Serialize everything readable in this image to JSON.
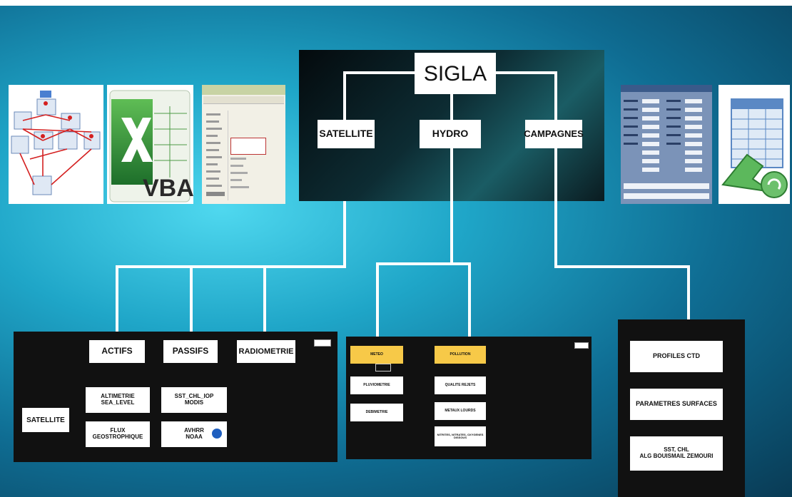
{
  "root": "SIGLA",
  "categories": {
    "satellite": "SATELLITE",
    "hydro": "HYDRO",
    "campagnes": "CAMPAGNES"
  },
  "thumbnails": {
    "vba_label": "VBA"
  },
  "satellite_panel": {
    "side_label": "SATELLITE",
    "headers": [
      "ACTIFS",
      "PASSIFS",
      "RADIOMETRIE"
    ],
    "actifs": [
      "ALTIMETRIE\nSEA_LEVEL",
      "FLUX\nGEOSTROPHIQUE"
    ],
    "passifs": [
      "SST_CHL_IOP\nMODIS",
      "AVHRR\nNOAA"
    ]
  },
  "hydro_panel": {
    "headers": [
      "METEO",
      "POLLUTION"
    ],
    "meteo": [
      "PLUVIOMETRIE",
      "DEBIMETRIE"
    ],
    "pollution": [
      "QUALITE REJETS",
      "METAUX LOURDS",
      "NITRITES, NITRATES, OXYGENES DISSOUS"
    ]
  },
  "campagnes_panel": {
    "items": [
      "PROFILES CTD",
      "PARAMETRES SURFACES",
      "SST, CHL\nALG BOUISMAIL ZEMOURI"
    ]
  },
  "colors": {
    "panel": "#111111",
    "box": "#ffffff",
    "highlight": "#f7c948",
    "connector": "#ffffff"
  }
}
